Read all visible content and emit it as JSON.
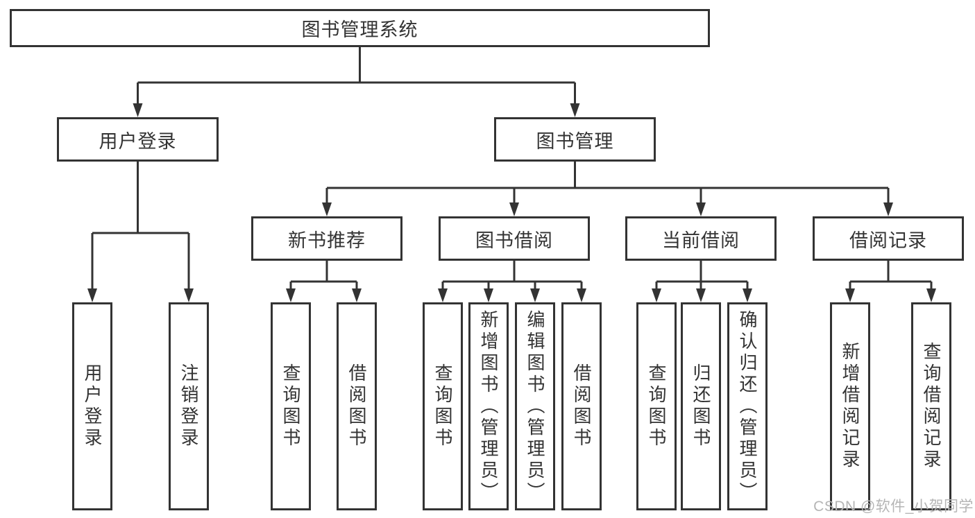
{
  "colors": {
    "background": "#ffffff",
    "line": "#333333",
    "text": "#333333",
    "watermark": "#b5b5b5"
  },
  "watermark": {
    "text": "CSDN @软件_小贺同学"
  },
  "tree": {
    "root": {
      "label": "图书管理系统"
    },
    "branches": [
      {
        "label": "用户登录",
        "leaves": [
          "用户登录",
          "注销登录"
        ]
      },
      {
        "label": "图书管理",
        "sections": [
          {
            "label": "新书推荐",
            "leaves": [
              "查询图书",
              "借阅图书"
            ]
          },
          {
            "label": "图书借阅",
            "leaves": [
              "查询图书",
              "新增图书（管理员）",
              "编辑图书（管理员）",
              "借阅图书"
            ]
          },
          {
            "label": "当前借阅",
            "leaves": [
              "查询图书",
              "归还图书",
              "确认归还（管理员）"
            ]
          },
          {
            "label": "借阅记录",
            "leaves": [
              "新增借阅记录",
              "查询借阅记录"
            ]
          }
        ]
      }
    ]
  }
}
